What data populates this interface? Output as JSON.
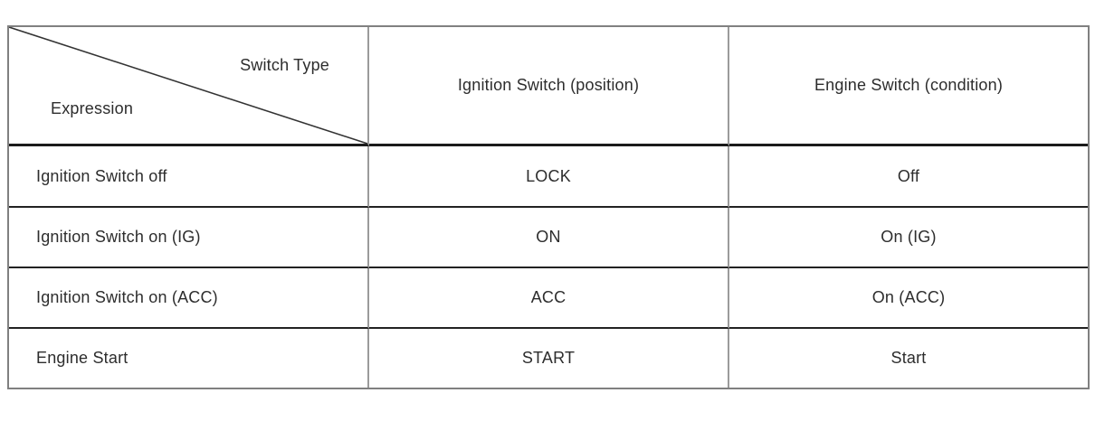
{
  "table": {
    "corner": {
      "top_right_label": "Switch Type",
      "bottom_left_label": "Expression"
    },
    "column_headers": [
      "Ignition Switch (position)",
      "Engine Switch (condition)"
    ],
    "rows": [
      {
        "expression": "Ignition Switch off",
        "ignition_position": "LOCK",
        "engine_condition": "Off"
      },
      {
        "expression": "Ignition Switch on (IG)",
        "ignition_position": "ON",
        "engine_condition": "On (IG)"
      },
      {
        "expression": "Ignition Switch on (ACC)",
        "ignition_position": "ACC",
        "engine_condition": "On (ACC)"
      },
      {
        "expression": "Engine Start",
        "ignition_position": "START",
        "engine_condition": "Start"
      }
    ],
    "colors": {
      "outer_border": "#808080",
      "inner_vertical_border": "#9b9b9b",
      "inner_horizontal_border": "#222222",
      "diagonal_line": "#333333",
      "text": "#2d2d2d",
      "background": "#ffffff"
    }
  }
}
